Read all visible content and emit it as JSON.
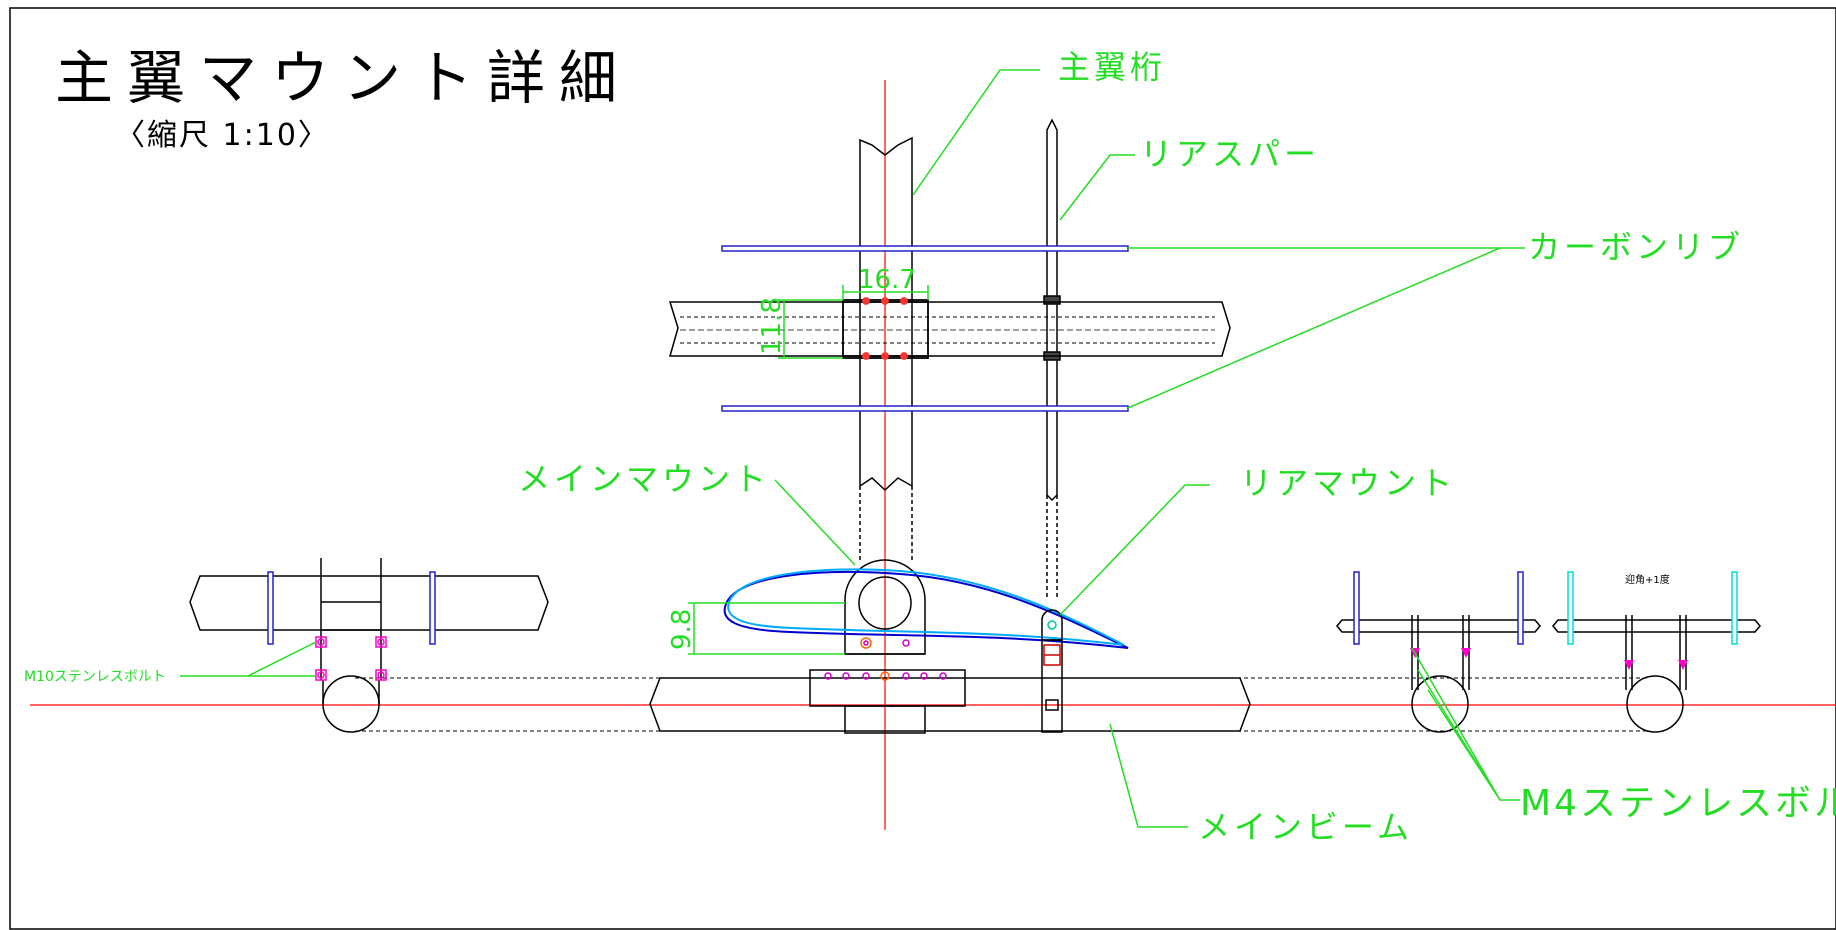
{
  "title": {
    "main": "主翼マウント詳細",
    "scale": "〈縮尺 1:10〉"
  },
  "labels": {
    "main_spar": "主翼桁",
    "rear_spar": "リアスパー",
    "carbon_rib": "カーボンリブ",
    "main_mount": "メインマウント",
    "rear_mount": "リアマウント",
    "main_beam": "メインビーム",
    "m4_bolt": "M4ステンレスボル",
    "m10_bolt": "M10ステンレスボルト",
    "angle_note": "迎角+1度"
  },
  "dimensions": {
    "width_167": "16.7",
    "height_118": "11.8",
    "height_98": "9.8"
  },
  "colors": {
    "background": "#ffffff",
    "outline": "#000000",
    "leader": "#22dd22",
    "centerline": "#ff0000",
    "rib": "#2222cc",
    "airfoil": "#00aaff",
    "bolt": "#ff00cc",
    "alt_rib": "#00dddd"
  }
}
